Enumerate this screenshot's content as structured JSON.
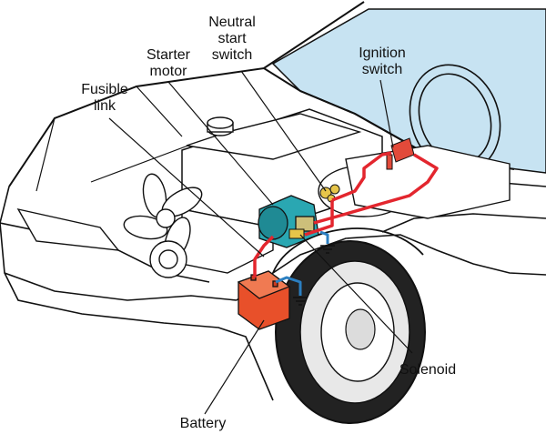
{
  "labels": {
    "fusible_link": [
      "Fusible",
      "link"
    ],
    "starter_motor": [
      "Starter",
      "motor"
    ],
    "neutral_start_switch": [
      "Neutral",
      "start",
      "switch"
    ],
    "ignition_switch": [
      "Ignition",
      "switch"
    ],
    "solenoid": "Solenoid",
    "battery": "Battery"
  },
  "colors": {
    "wire_positive": "#e3262e",
    "wire_ground": "#2b7fc1",
    "windshield": "#c7e3f2",
    "starter_body": "#2aa7b2",
    "battery_body": "#e8502a",
    "switch_body": "#e6c54a",
    "ignition_body": "#e24a3a",
    "outline": "#111111"
  }
}
